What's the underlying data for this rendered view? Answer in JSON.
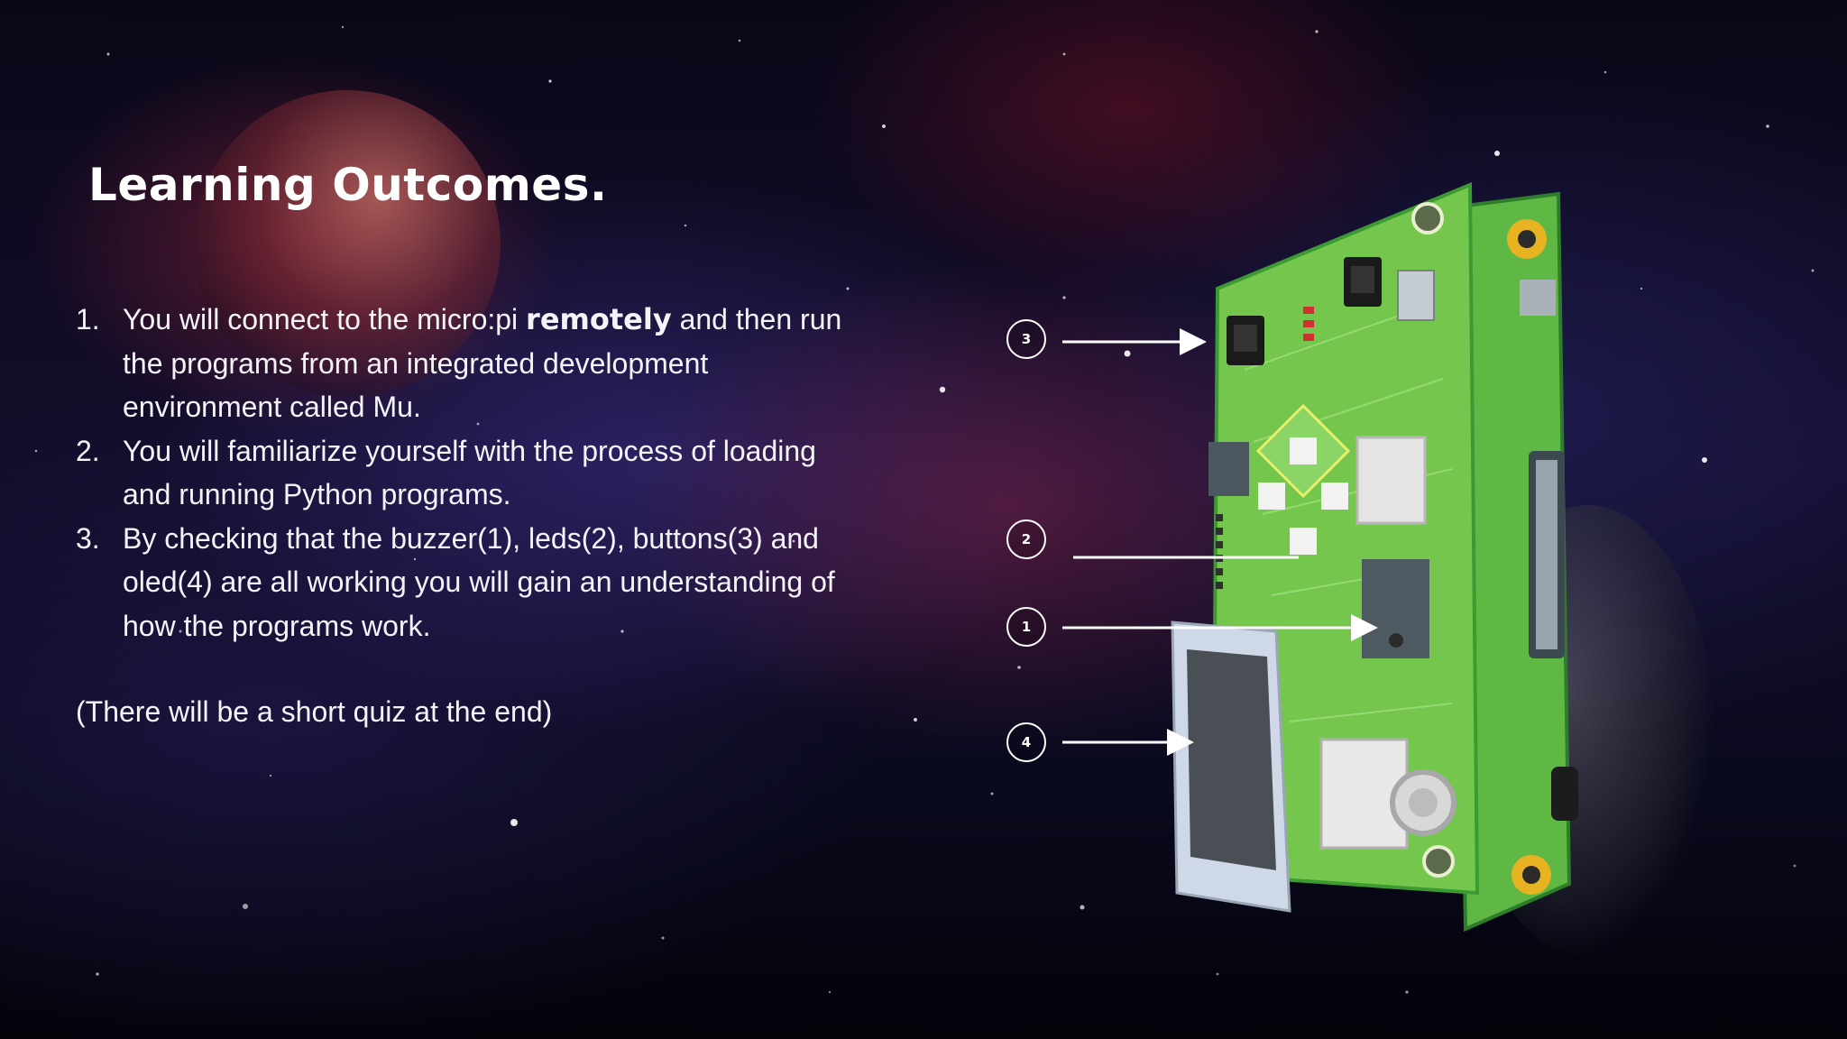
{
  "slide": {
    "title": "Learning Outcomes.",
    "outcomes": [
      {
        "number": "1.",
        "text_before": "You will connect to the micro:pi ",
        "emphasis": "remotely",
        "text_after": " and then run the programs from an integrated development environment called Mu."
      },
      {
        "number": "2.",
        "text": "You will familiarize yourself with the process of loading and running Python programs."
      },
      {
        "number": "3.",
        "text": "By checking that the buzzer(1), leds(2), buttons(3) and oled(4) are all working you will gain an understanding of how the programs work."
      }
    ],
    "note": "(There will be a short quiz at the end)"
  },
  "diagram": {
    "callouts": [
      {
        "label": "3",
        "points_to": "buttons"
      },
      {
        "label": "2",
        "points_to": "leds"
      },
      {
        "label": "1",
        "points_to": "buzzer"
      },
      {
        "label": "4",
        "points_to": "oled"
      }
    ],
    "board_colors": {
      "pcb": "#6ec24a",
      "pcb_edge": "#3f9a33",
      "oled_frame": "#cfd8e6",
      "oled_screen": "#4a4e55",
      "mount_hole": "#e8b323"
    }
  }
}
